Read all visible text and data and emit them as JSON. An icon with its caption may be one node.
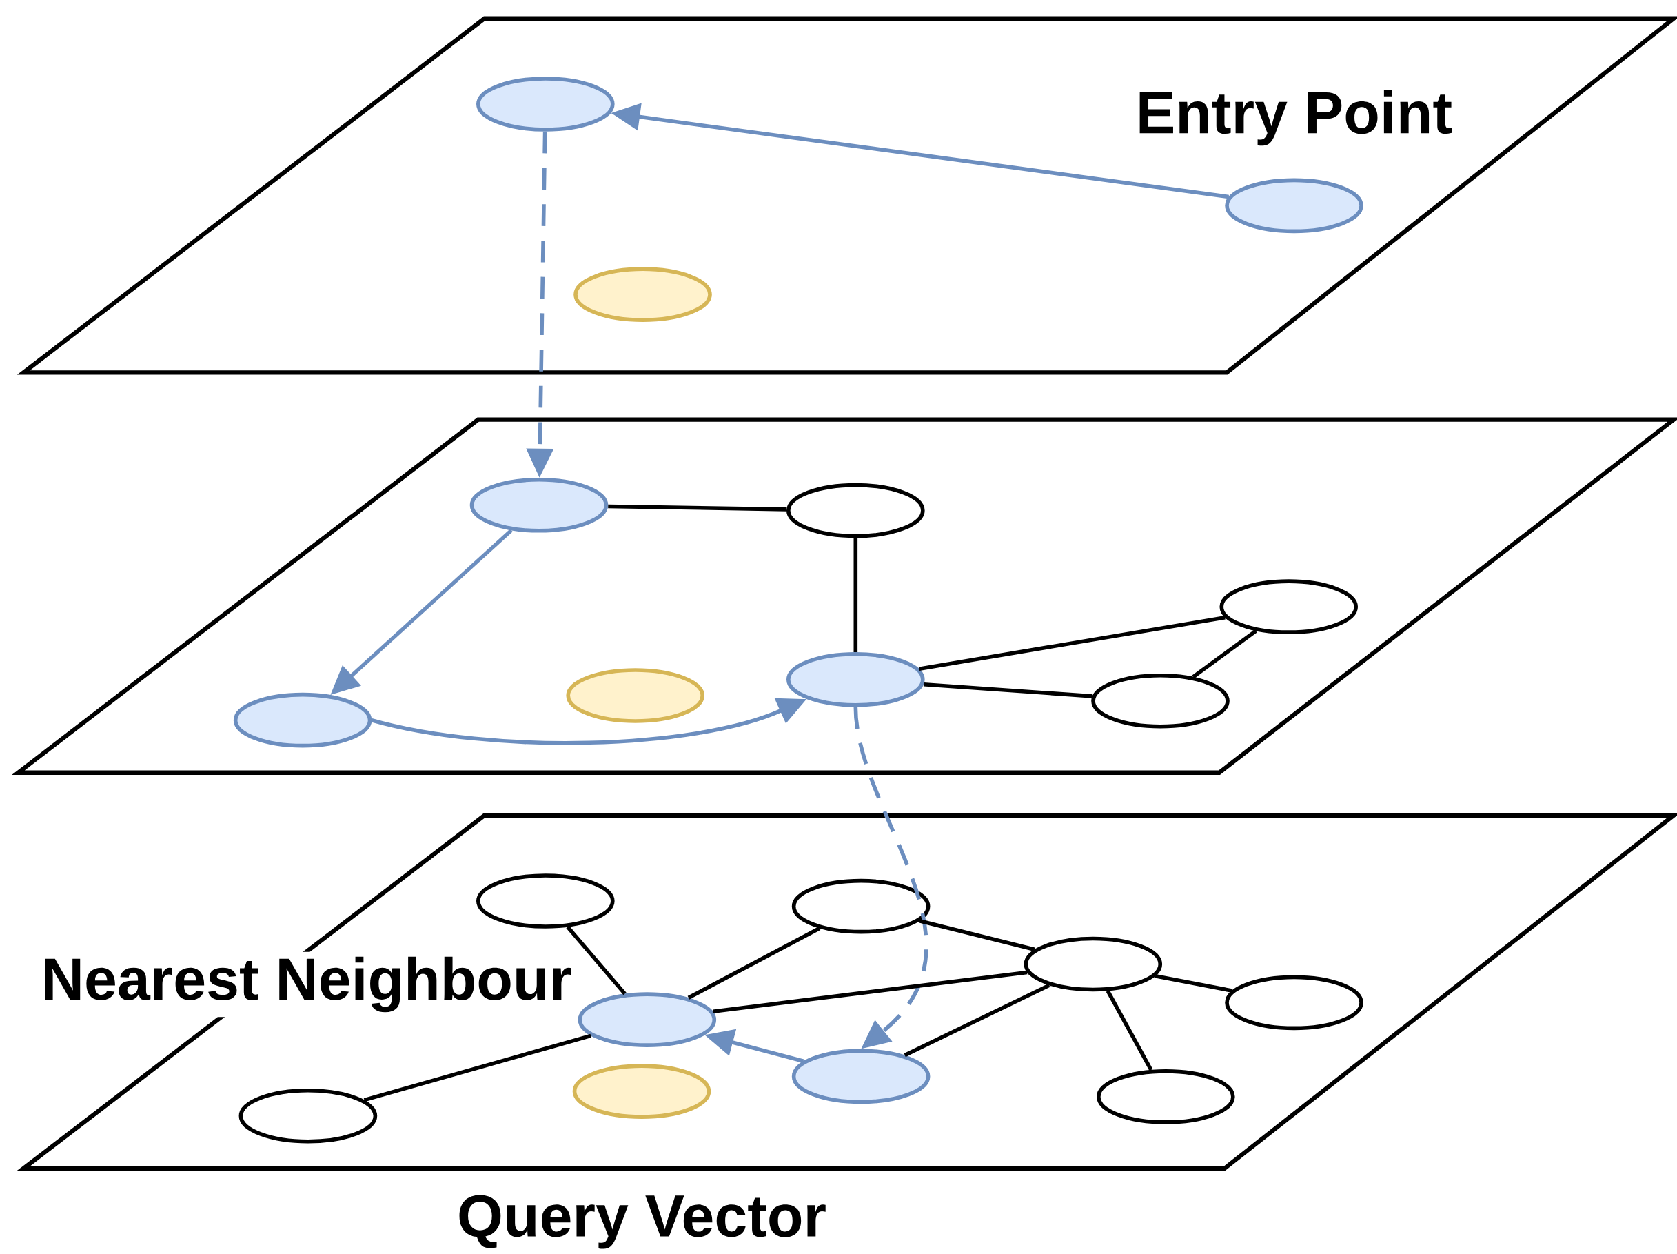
{
  "diagram": {
    "nodes": [
      {
        "text": [],
        "shape": "ellipse"
      },
      {
        "text": [],
        "shape": "ellipse",
        "beside": [
          "Entry Point"
        ]
      },
      {
        "text": [],
        "shape": "ellipse"
      },
      {
        "text": [],
        "shape": "ellipse"
      },
      {
        "text": [],
        "shape": "ellipse"
      },
      {
        "text": [],
        "shape": "ellipse"
      },
      {
        "text": [],
        "shape": "ellipse"
      },
      {
        "text": [],
        "shape": "ellipse"
      },
      {
        "text": [],
        "shape": "ellipse"
      },
      {
        "text": [],
        "shape": "ellipse"
      },
      {
        "text": [],
        "shape": "ellipse"
      },
      {
        "text": [],
        "shape": "ellipse"
      },
      {
        "text": [],
        "shape": "ellipse"
      },
      {
        "text": [],
        "shape": "ellipse"
      },
      {
        "text": [],
        "shape": "ellipse",
        "beside": [
          "Nearest Neighbour"
        ]
      },
      {
        "text": [],
        "shape": "ellipse"
      },
      {
        "text": [],
        "shape": "ellipse"
      },
      {
        "text": [],
        "shape": "ellipse"
      },
      {
        "text": [],
        "shape": "ellipse"
      }
    ],
    "edges": [
      {
        "from": 1,
        "to": 0,
        "arrow": "to",
        "color": "#6c8ebf"
      },
      {
        "from": 0,
        "to": 3,
        "arrow": "to",
        "style": "dashed",
        "color": "#6c8ebf"
      },
      {
        "from": 3,
        "to": 4,
        "arrow": "none"
      },
      {
        "from": 4,
        "to": 8,
        "arrow": "none"
      },
      {
        "from": 8,
        "to": 5,
        "arrow": "none"
      },
      {
        "from": 5,
        "to": 9,
        "arrow": "none"
      },
      {
        "from": 8,
        "to": 9,
        "arrow": "none"
      },
      {
        "from": 3,
        "to": 6,
        "arrow": "to",
        "color": "#6c8ebf"
      },
      {
        "from": 6,
        "to": 8,
        "arrow": "to",
        "color": "#6c8ebf"
      },
      {
        "from": 8,
        "to": 17,
        "arrow": "to",
        "style": "dashed",
        "color": "#6c8ebf"
      },
      {
        "from": 10,
        "to": 14,
        "arrow": "none"
      },
      {
        "from": 11,
        "to": 14,
        "arrow": "none"
      },
      {
        "from": 14,
        "to": 12,
        "arrow": "none"
      },
      {
        "from": 11,
        "to": 12,
        "arrow": "none"
      },
      {
        "from": 12,
        "to": 13,
        "arrow": "none"
      },
      {
        "from": 12,
        "to": 18,
        "arrow": "none"
      },
      {
        "from": 12,
        "to": 17,
        "arrow": "none"
      },
      {
        "from": 15,
        "to": 14,
        "arrow": "none"
      },
      {
        "from": 17,
        "to": 14,
        "arrow": "to",
        "color": "#6c8ebf"
      }
    ],
    "labels": [
      "Query Vector"
    ]
  }
}
